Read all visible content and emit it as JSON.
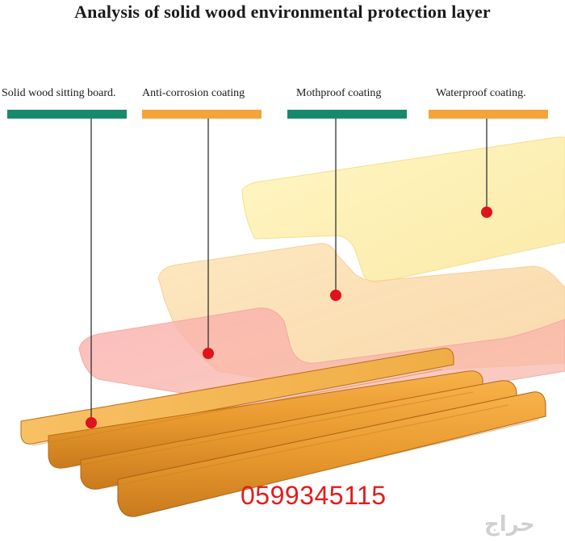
{
  "title": "Analysis of solid wood environmental protection layer",
  "layers": [
    {
      "label": "Solid wood sitting board.",
      "bar_color": "#178a6e"
    },
    {
      "label": "Anti-corrosion coating",
      "bar_color": "#f4a43a"
    },
    {
      "label": "Mothproof coating",
      "bar_color": "#178a6e"
    },
    {
      "label": "Waterproof coating.",
      "bar_color": "#f4a43a"
    }
  ],
  "marker_color": "#e0121c",
  "phone": "0599345115",
  "watermark": "حراج"
}
